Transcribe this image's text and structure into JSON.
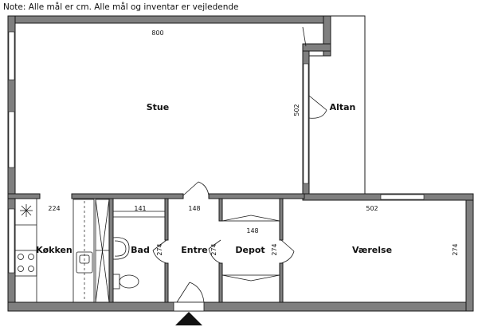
{
  "note": "Note: Alle mål er cm. Alle mål og inventar er vejledende",
  "rooms": {
    "stue": "Stue",
    "altan": "Altan",
    "kokken": "Køkken",
    "bad": "Bad",
    "entre": "Entre",
    "depot": "Depot",
    "vaerelse": "Værelse"
  },
  "dimensions": {
    "stue_width": "800",
    "stue_depth": "502",
    "kokken_width": "224",
    "bad_width": "141",
    "bad_depth": "274",
    "entre_width": "148",
    "entre_depth": "274",
    "depot_width": "148",
    "depot_depth": "274",
    "vaerelse_width": "502",
    "vaerelse_depth": "274"
  },
  "icons": {
    "entrance": "entrance-arrow-icon",
    "stove": "stove-icon",
    "sink": "kitchen-sink-icon",
    "toilet": "toilet-icon",
    "basin": "washbasin-icon",
    "extractor": "extractor-fan-icon"
  }
}
